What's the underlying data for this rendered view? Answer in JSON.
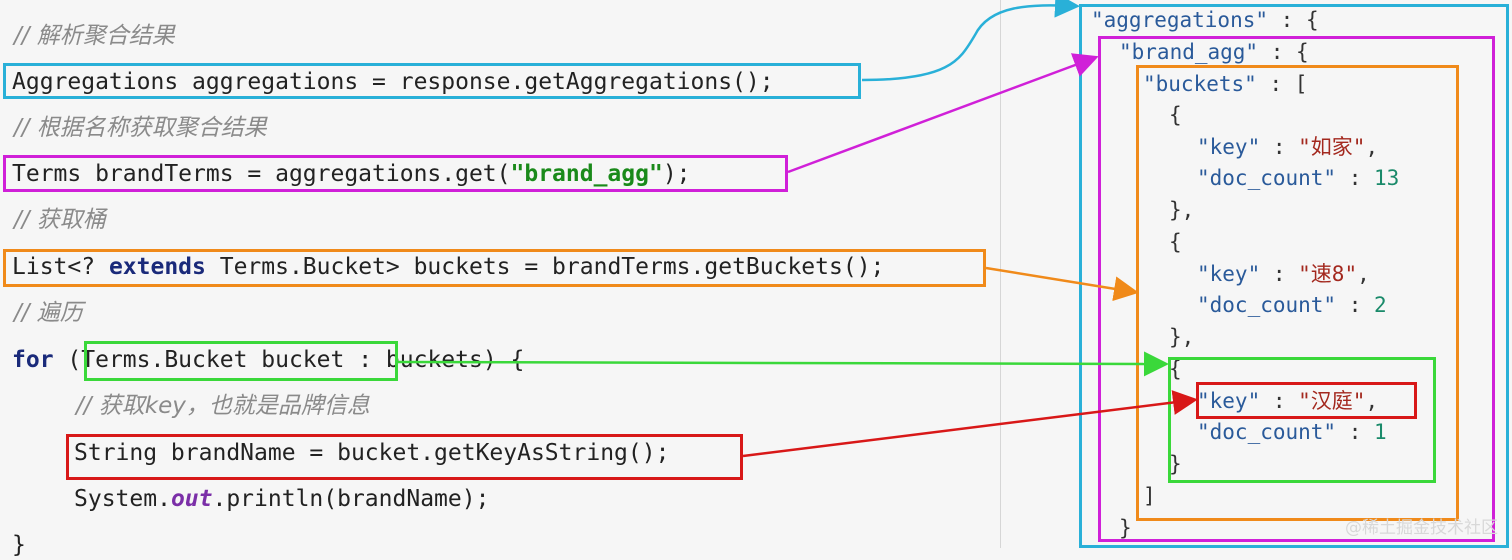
{
  "code": {
    "comment1": "// 解析聚合结果",
    "line1": "Aggregations aggregations = response.getAggregations();",
    "comment2": "// 根据名称获取聚合结果",
    "line2_pre": "Terms brandTerms = aggregations.get(",
    "line2_str": "\"brand_agg\"",
    "line2_post": ");",
    "comment3": "// 获取桶",
    "line3_pre": "List<? ",
    "line3_kw": "extends",
    "line3_post": " Terms.Bucket> buckets = brandTerms.getBuckets();",
    "comment4": "// 遍历",
    "line4_kw": "for",
    "line4_open": " (",
    "line4_var": "Terms.Bucket bucket",
    "line4_rest": " : buckets) {",
    "comment5": "// 获取key，也就是品牌信息",
    "line5": "String brandName = bucket.getKeyAsString();",
    "line6_pre": "System.",
    "line6_fld": "out",
    "line6_post": ".println(brandName);",
    "close": "}"
  },
  "json": {
    "aggregations_key": "\"aggregations\"",
    "brand_agg_key": "\"brand_agg\"",
    "buckets_key": "\"buckets\"",
    "colon_brace": " : {",
    "colon_bracket": " : [",
    "open_brace": "{",
    "close_brace_comma": "},",
    "close_brace": "}",
    "close_bracket": "]",
    "key_label": "\"key\"",
    "doc_count_label": "\"doc_count\"",
    "colon": " : ",
    "comma": ",",
    "buckets": [
      {
        "key": "\"如家\"",
        "doc_count": "13"
      },
      {
        "key": "\"速8\"",
        "doc_count": "2"
      },
      {
        "key": "\"汉庭\"",
        "doc_count": "1"
      }
    ]
  },
  "colors": {
    "aggregations": "#29b0d8",
    "brand_agg": "#d020d8",
    "buckets": "#f08a1a",
    "bucket_item": "#3ad83a",
    "key": "#d81818"
  },
  "watermark": "@稀土掘金技术社区"
}
